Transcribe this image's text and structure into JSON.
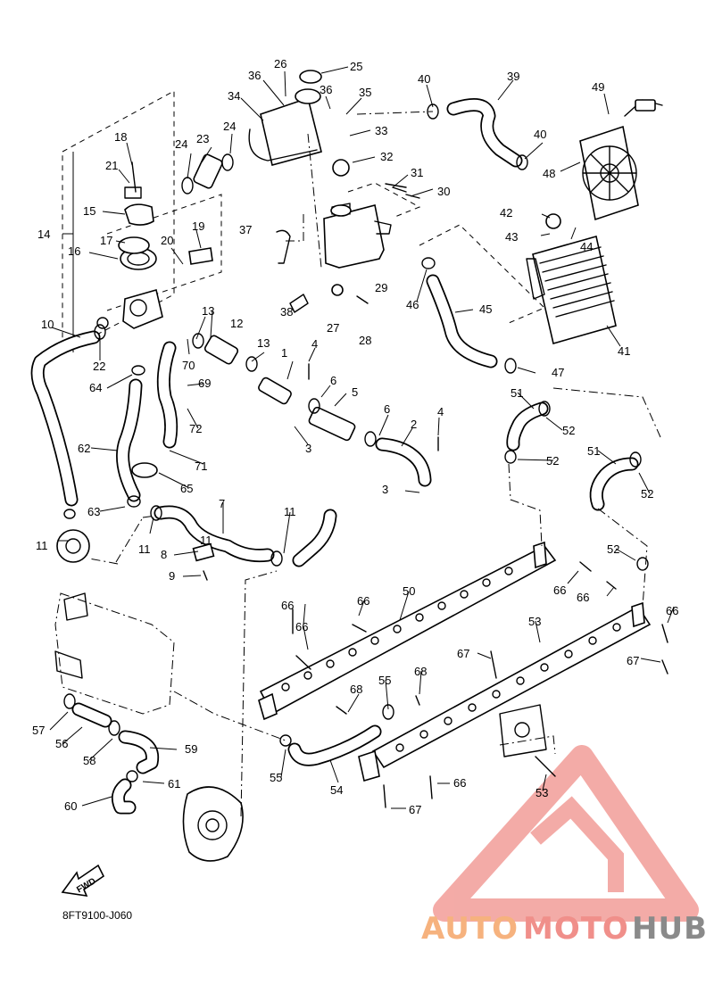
{
  "diagram_code": "8FT9100-J060",
  "fwd_label": "FWD",
  "watermark": {
    "part1": "AUTO",
    "part2": "MOTO",
    "part3": "HUB",
    "color_orange": "#f6b27e",
    "color_red": "#f08f8a",
    "color_gray": "#8a8a8a"
  },
  "callouts": [
    "1",
    "2",
    "3",
    "3",
    "4",
    "4",
    "5",
    "6",
    "6",
    "7",
    "8",
    "9",
    "10",
    "11",
    "11",
    "11",
    "11",
    "12",
    "13",
    "13",
    "14",
    "15",
    "16",
    "17",
    "18",
    "19",
    "20",
    "21",
    "22",
    "23",
    "24",
    "24",
    "25",
    "26",
    "27",
    "28",
    "29",
    "30",
    "31",
    "32",
    "33",
    "34",
    "35",
    "36",
    "36",
    "37",
    "38",
    "39",
    "40",
    "40",
    "41",
    "42",
    "43",
    "44",
    "45",
    "46",
    "47",
    "48",
    "49",
    "50",
    "51",
    "51",
    "52",
    "52",
    "52",
    "52",
    "53",
    "54",
    "55",
    "55",
    "56",
    "57",
    "58",
    "59",
    "60",
    "61",
    "62",
    "63",
    "64",
    "65",
    "66",
    "66",
    "66",
    "66",
    "66",
    "66",
    "66",
    "67",
    "67",
    "67",
    "68",
    "68",
    "69",
    "70",
    "71",
    "72"
  ]
}
